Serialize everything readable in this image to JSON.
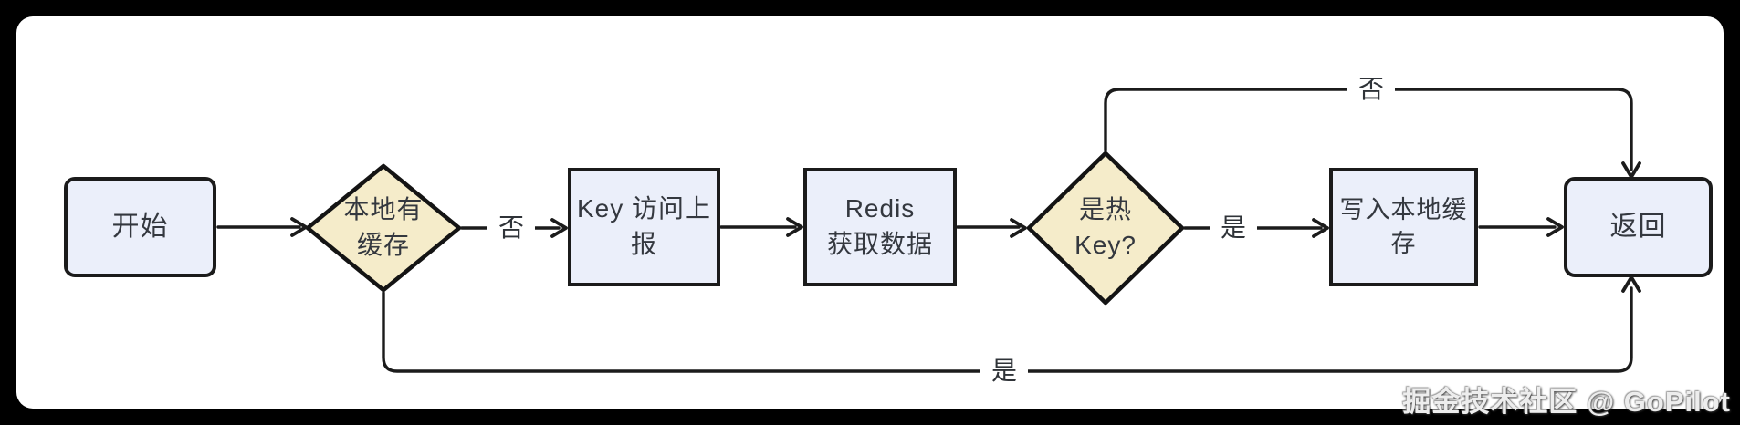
{
  "page": {
    "background_color": "#000000",
    "card_background_color": "#ffffff"
  },
  "flowchart": {
    "colors": {
      "box_fill": "#ebeffa",
      "diamond_fill": "#f5ecca",
      "stroke": "#1b1b1b",
      "text": "#34383f"
    },
    "nodes": [
      {
        "id": "start",
        "type": "rounded-rect",
        "label": "开始"
      },
      {
        "id": "has-local-cache",
        "type": "diamond",
        "label_line1": "本地有",
        "label_line2": "缓存"
      },
      {
        "id": "key-access-report",
        "type": "rect",
        "label": "Key 访问上报"
      },
      {
        "id": "redis-fetch",
        "type": "rect",
        "label_line1": "Redis",
        "label_line2": "获取数据"
      },
      {
        "id": "is-hot-key",
        "type": "diamond",
        "label_line1": "是热",
        "label_line2": "Key?"
      },
      {
        "id": "write-local-cache",
        "type": "rect",
        "label": "写入本地缓存"
      },
      {
        "id": "return",
        "type": "rounded-rect",
        "label": "返回"
      }
    ],
    "edge_labels": {
      "no_to_key_report": "否",
      "yes_to_write_cache": "是",
      "no_top_to_return": "否",
      "yes_bottom_to_return": "是"
    }
  },
  "watermark": {
    "text": "掘金技术社区 @ GoPilot"
  }
}
